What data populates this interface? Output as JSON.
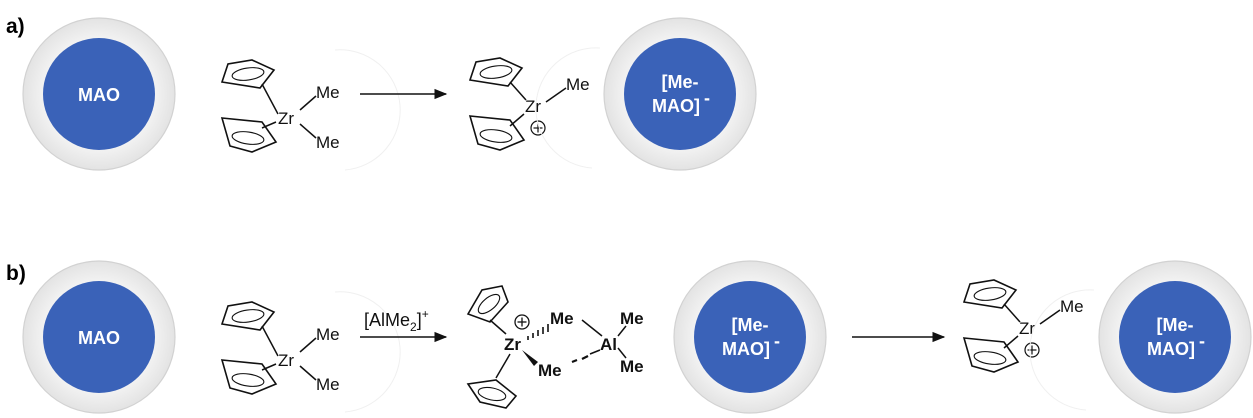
{
  "panels": [
    {
      "label": "a)"
    },
    {
      "label": "b)"
    }
  ],
  "circles": {
    "mao": "MAO",
    "anion_line1": "[Me-",
    "anion_line2": "MAO]",
    "anion_charge": "-"
  },
  "atoms": {
    "zr": "Zr",
    "me": "Me",
    "al": "Al"
  },
  "charges": {
    "plus": "+"
  },
  "reagent": {
    "prefix": "[AlMe",
    "subscript": "2",
    "suffix": "]",
    "charge": "+"
  },
  "colors": {
    "circle_fill": "#3a62b8",
    "halo_fill": "#efefef",
    "halo_stroke": "#d2d2d2",
    "ink": "#111111"
  },
  "icons": {
    "cyclopentadienyl": "cp-ring-icon",
    "charge": "circled-plus-icon",
    "arrow": "reaction-arrow-icon"
  }
}
